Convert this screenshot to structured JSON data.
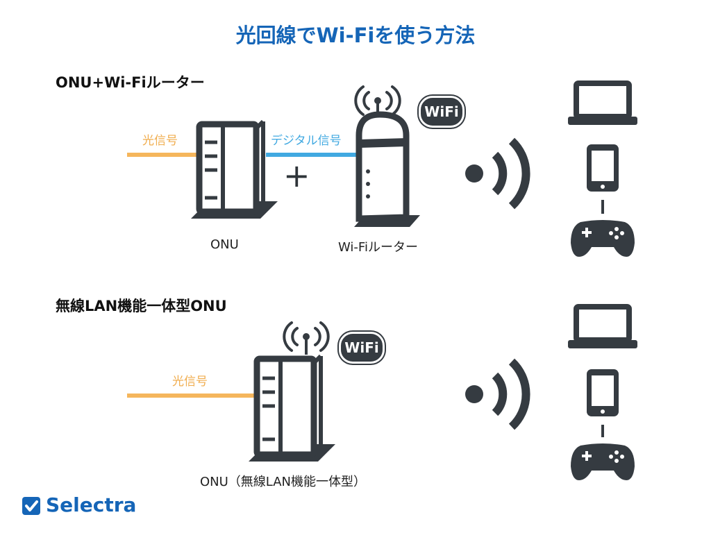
{
  "title": "光回線でWi-Fiを使う方法",
  "section1": {
    "heading": "ONU+Wi-Fiルーター",
    "optical_signal": "光信号",
    "digital_signal": "デジタル信号",
    "plus": "+",
    "onu_label": "ONU",
    "router_label": "Wi-Fiルーター",
    "wifi_badge": "WiFi"
  },
  "section2": {
    "heading": "無線LAN機能一体型ONU",
    "optical_signal": "光信号",
    "onu_label": "ONU（無線LAN機能一体型）",
    "wifi_badge": "WiFi"
  },
  "brand": {
    "name": "Selectra"
  },
  "colors": {
    "title": "#1565b7",
    "optical_line": "#f5b65c",
    "digital_line": "#41a9e1",
    "device": "#353b41"
  },
  "devices": [
    "laptop-icon",
    "smartphone-icon",
    "gamepad-icon"
  ]
}
